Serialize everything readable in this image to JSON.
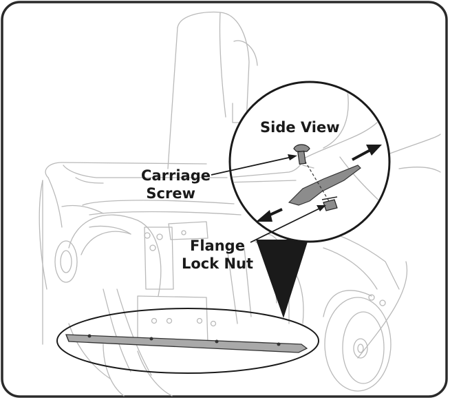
{
  "labels": {
    "side_view": "Side View",
    "carriage_screw_line1": "Carriage",
    "carriage_screw_line2": "Screw",
    "flange_nut_line1": "Flange",
    "flange_nut_line2": "Lock Nut"
  },
  "colors": {
    "frame": "#2a2a2a",
    "ghost": "#b9b9b9",
    "ink": "#1a1a1a",
    "part_fill": "#8c8c8c",
    "arrow": "#1a1a1a"
  }
}
